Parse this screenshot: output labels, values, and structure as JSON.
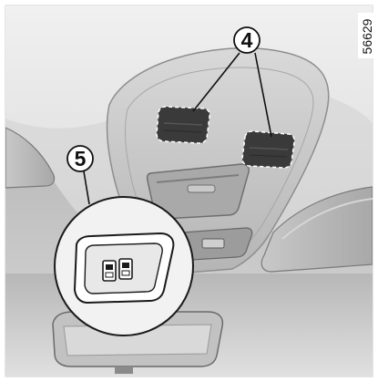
{
  "illustration": {
    "reference_number": "56629",
    "callouts": [
      {
        "label": "4"
      },
      {
        "label": "5"
      }
    ]
  },
  "colors": {
    "headliner_light": "#e6e6e6",
    "headliner_mid": "#cdcdcd",
    "headliner_dark": "#9a9a9a",
    "sensor_pad": "#3a3a3a",
    "outline": "#1a1a1a",
    "inset_fill": "#f2f2f2"
  }
}
